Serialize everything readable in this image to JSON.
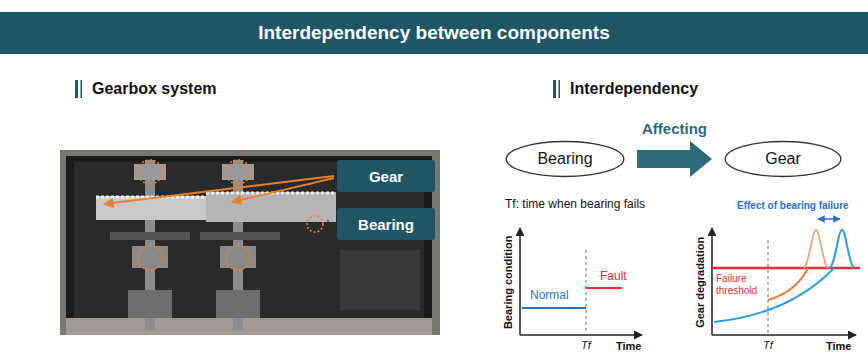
{
  "diagram": {
    "title": "Interdependency between components",
    "nodes": [
      {
        "text": [
          "Gear"
        ]
      },
      {
        "text": [
          "Bearing"
        ]
      },
      {
        "text": [
          "Bearing"
        ]
      },
      {
        "text": [
          "Gear"
        ]
      }
    ],
    "edges": [
      {
        "from": 2,
        "to": 3,
        "arrow": "to",
        "label": "Affecting"
      }
    ],
    "labels": [
      "Gearbox system",
      ":",
      "Interdependency",
      "Tf: time when bearing fails",
      "Bearing condition",
      "Normal",
      "Fault",
      "Tf",
      "Time",
      "Effect of bearing failure",
      "Gear degradation",
      "Failure threshold",
      "Tf",
      "Time"
    ]
  }
}
